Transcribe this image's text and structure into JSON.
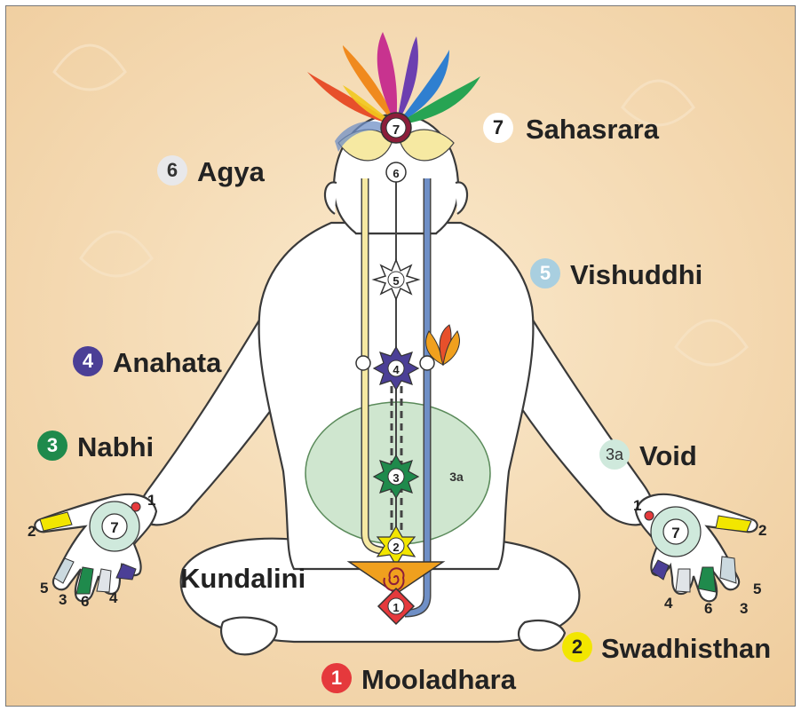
{
  "labels": {
    "sahasrara": {
      "num": "7",
      "name": "Sahasrara"
    },
    "agya": {
      "num": "6",
      "name": "Agya"
    },
    "vishuddhi": {
      "num": "5",
      "name": "Vishuddhi"
    },
    "anahata": {
      "num": "4",
      "name": "Anahata"
    },
    "nabhi": {
      "num": "3",
      "name": "Nabhi"
    },
    "void": {
      "num": "3a",
      "name": "Void"
    },
    "kundalini": {
      "name": "Kundalini"
    },
    "swadhisthan": {
      "num": "2",
      "name": "Swadhisthan"
    },
    "mooladhara": {
      "num": "1",
      "name": "Mooladhara"
    }
  },
  "body_markers": {
    "c7": "7",
    "c6": "6",
    "c5": "5",
    "c4": "4",
    "c3": "3",
    "c3a": "3a",
    "c2": "2",
    "c1": "1"
  },
  "left_hand": {
    "palm": "7",
    "thumb": "2",
    "dot": "1",
    "fingers": [
      "5",
      "3",
      "6",
      "4"
    ]
  },
  "right_hand": {
    "palm": "7",
    "thumb": "2",
    "dot": "1",
    "fingers": [
      "4",
      "6",
      "5",
      "3"
    ]
  },
  "colors": {
    "background": "#f3d8b0",
    "sahasrara_badge": "#ffffff",
    "agya_badge": "#e8e8ea",
    "vishuddhi_badge": "#a9cfe0",
    "anahata_badge": "#4b3f96",
    "nabhi_badge": "#1f8a4c",
    "void_badge": "#cfe9dc",
    "swadhisthan_badge": "#f2e600",
    "mooladhara_badge": "#e5393c",
    "left_channel": "#f6e9a2",
    "right_channel": "#6f8fc6",
    "void_area": "#cfe6cf"
  },
  "icons": [
    "lotus-flower-icon",
    "flame-lotus-icon",
    "spiral-icon",
    "star-icon"
  ]
}
